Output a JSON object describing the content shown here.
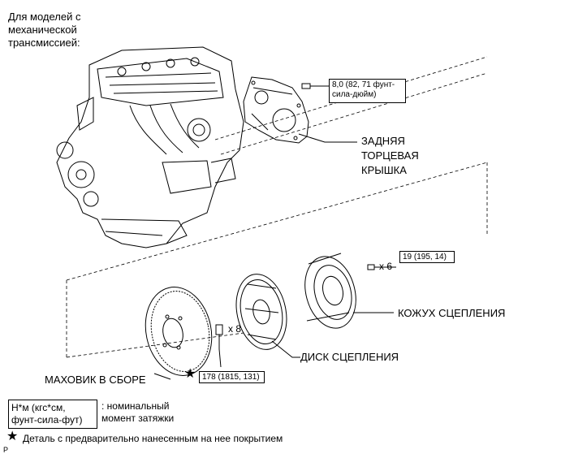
{
  "heading_lines": [
    "Для моделей с",
    "механической",
    "трансмиссией:"
  ],
  "callouts": {
    "rear_end_plate_torque_line1": "8,0 (82, 71 фунт-",
    "rear_end_plate_torque_line2": "сила-дюйм)",
    "rear_end_plate_name_lines": [
      "ЗАДНЯЯ",
      "ТОРЦЕВАЯ",
      "КРЫШКА"
    ],
    "cover_torque": "19 (195, 14)",
    "cover_qty": "x 6",
    "clutch_cover_name": "КОЖУХ СЦЕПЛЕНИЯ",
    "clutch_disc_name": "ДИСК СЦЕПЛЕНИЯ",
    "flywheel_qty": "x 8",
    "flywheel_torque": "178 (1815, 131)",
    "flywheel_name": "МАХОВИК В СБОРЕ"
  },
  "legend": {
    "unit_line1": "Н*м (кгс*см,",
    "unit_line2": "фунт-сила-фут)",
    "desc_line1": ": номинальный",
    "desc_line2": "момент затяжки",
    "star_note": "Деталь с предварительно нанесенным на нее покрытием",
    "star_symbol": "★"
  },
  "corner_code": "P"
}
